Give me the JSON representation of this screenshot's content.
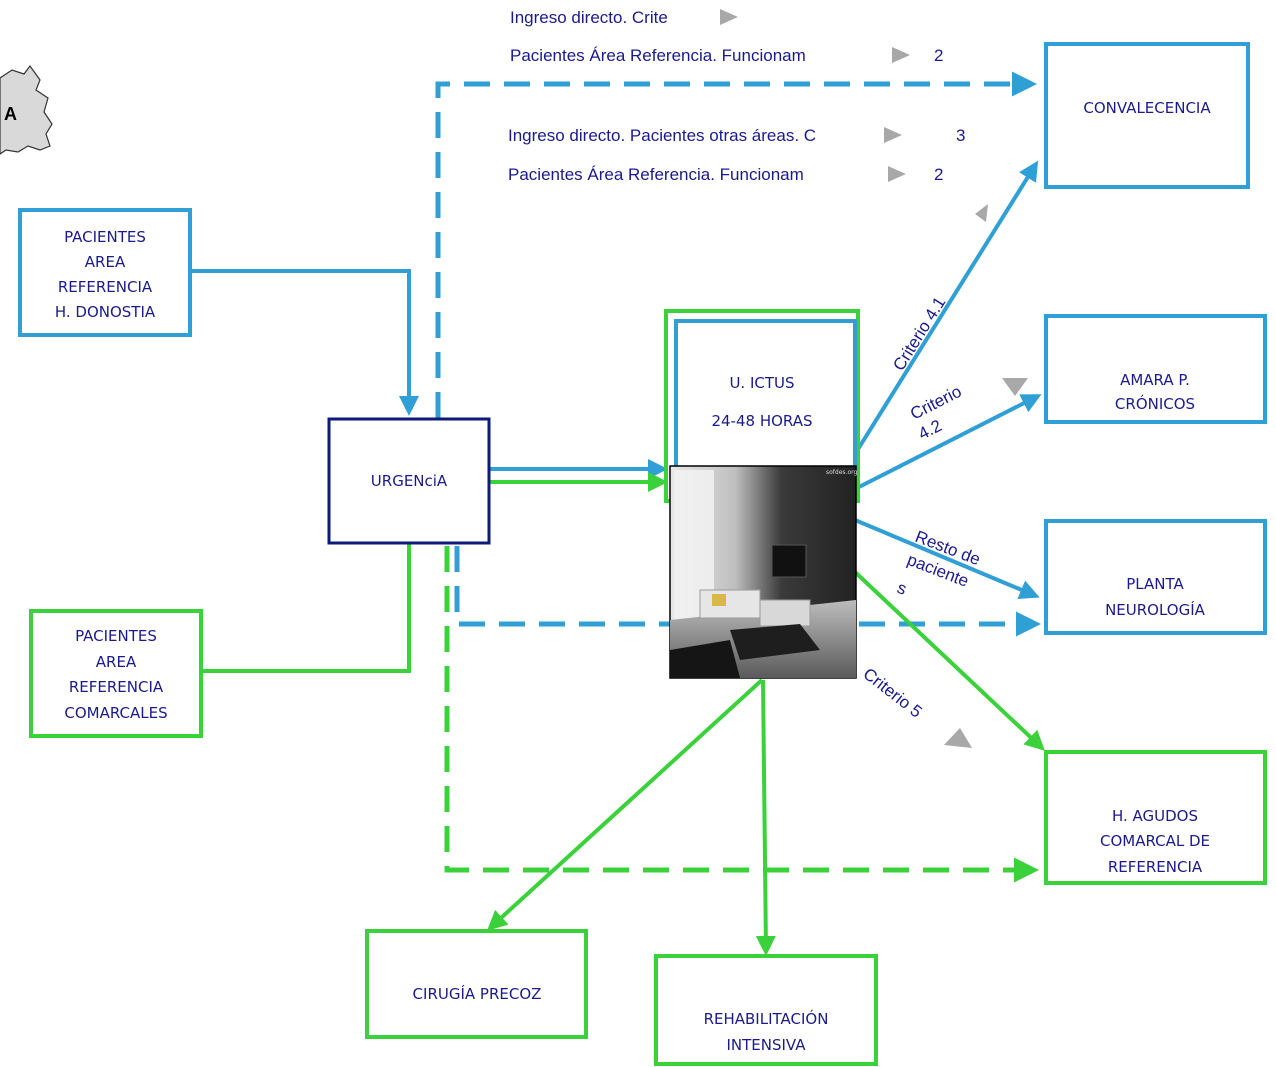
{
  "colors": {
    "blue": "#2f9fd6",
    "green": "#3bd13b",
    "navy": "#0d1a7a",
    "text": "#1a1a8c",
    "marker": "#a8a8a8"
  },
  "logo_letter": "A",
  "notes": {
    "n1": "Ingreso directo. Crite",
    "n2": "Pacientes Área Referencia. Funcionam",
    "n2_suffix": "2",
    "n3": "Ingreso directo. Pacientes otras áreas. C",
    "n3_suffix": "3",
    "n4": "Pacientes Área Referencia. Funcionam",
    "n4_suffix": "2"
  },
  "boxes": {
    "donostia": [
      "PACIENTES",
      "AREA",
      "REFERENCIA",
      "H. DONOSTIA"
    ],
    "comarcales": [
      "PACIENTES",
      "AREA",
      "REFERENCIA",
      "COMARCALES"
    ],
    "urgencia": "URGENciA",
    "ictus": [
      "U. ICTUS",
      "24-48 HORAS"
    ],
    "convalecencia": "CONVALECENCIA",
    "amara": [
      "AMARA P.",
      "CRÓNICOS"
    ],
    "neurologia": [
      "PLANTA",
      "NEUROLOGÍA"
    ],
    "agudos": [
      "H. AGUDOS",
      "COMARCAL DE",
      "REFERENCIA"
    ],
    "cirugia": "CIRUGÍA PRECOZ",
    "rehab": [
      "REHABILITACIÓN",
      "INTENSIVA"
    ]
  },
  "criteria": {
    "c41": "Criterio 4.1",
    "c42a": "Criterio",
    "c42b": "4.2",
    "resto_a": "Resto de",
    "resto_b": "paciente",
    "resto_c": "s",
    "c5": "Criterio 5"
  },
  "photo": {
    "watermark": "sofdes.org"
  }
}
